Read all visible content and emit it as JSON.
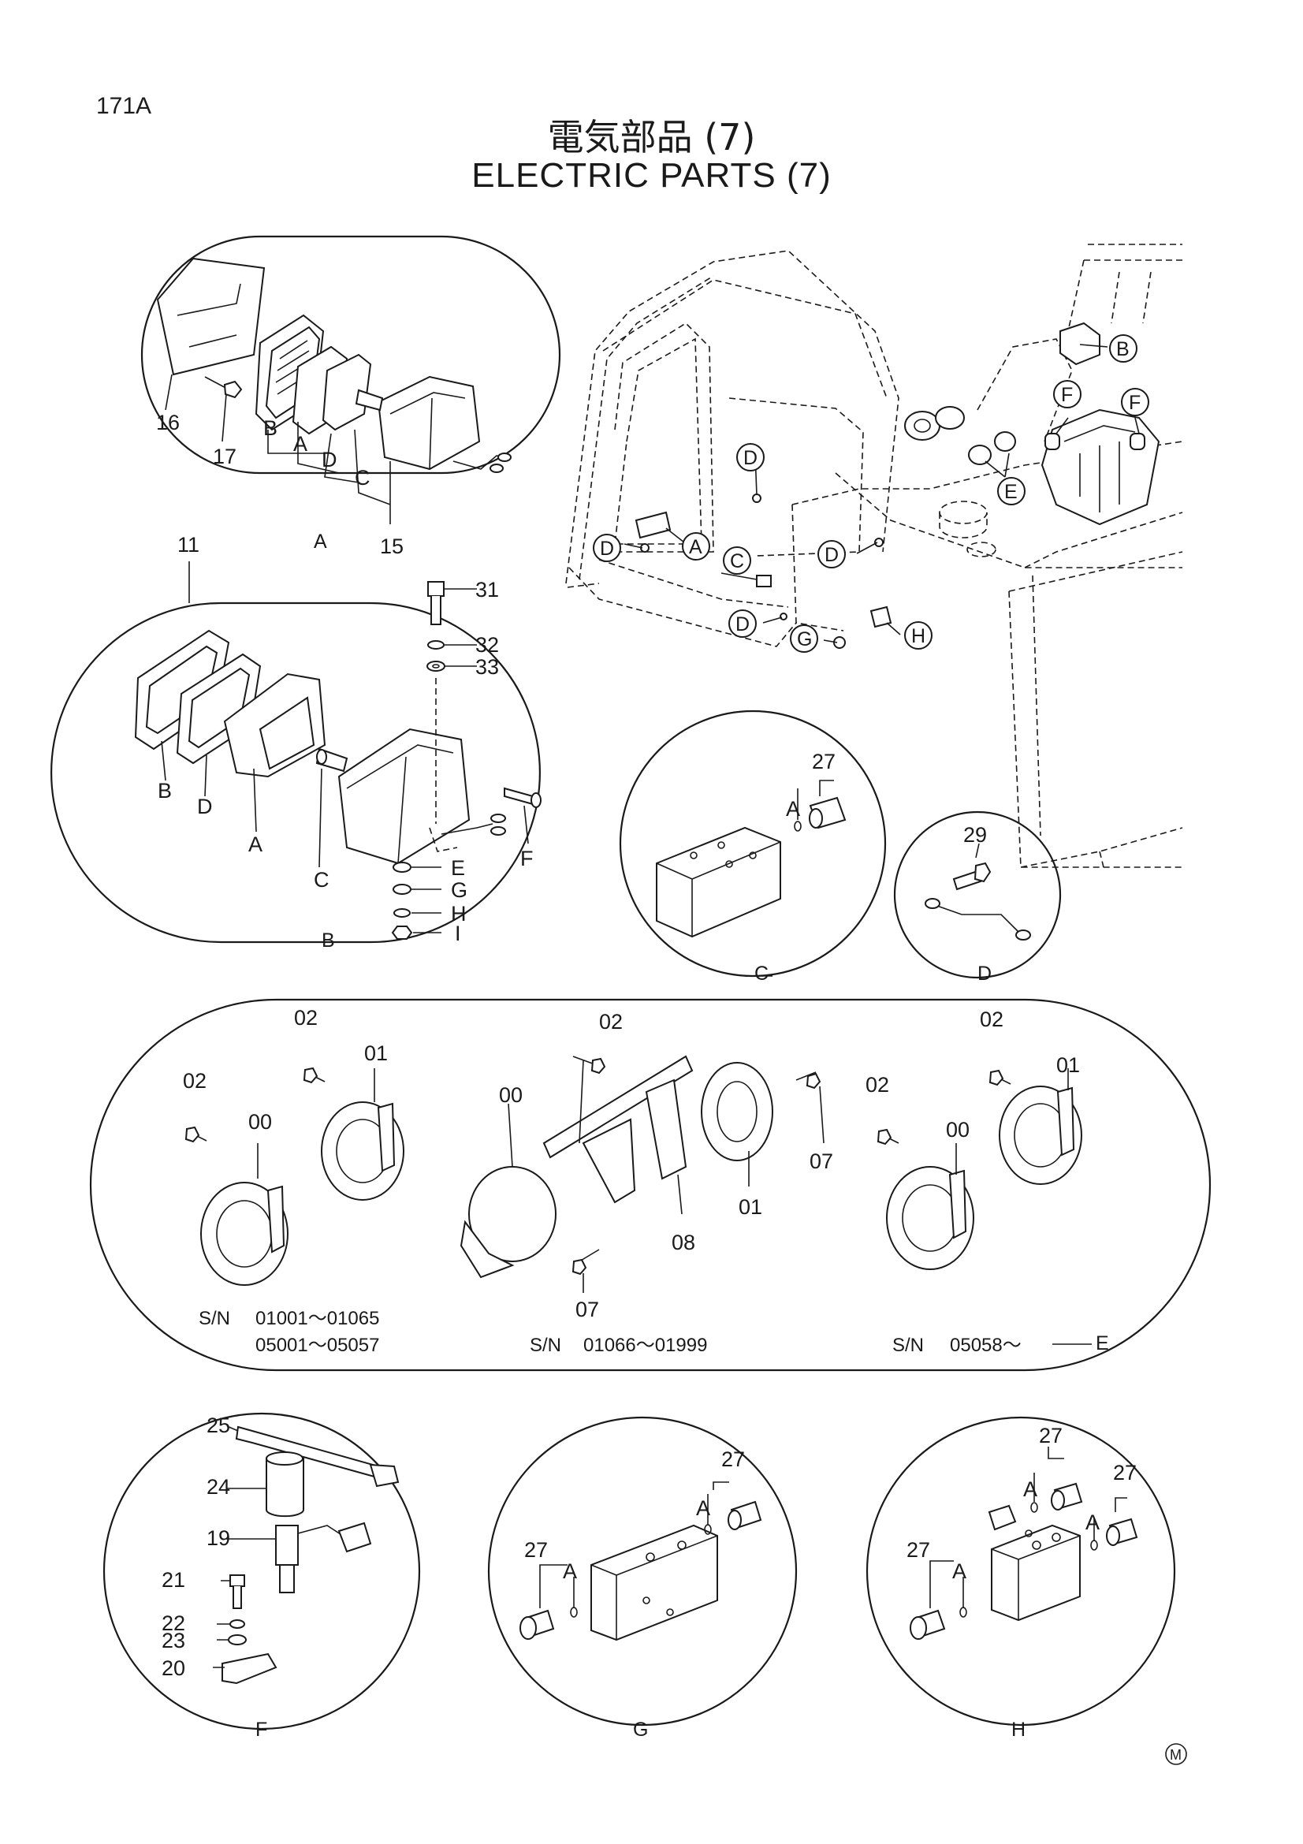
{
  "page_number": "171A",
  "title_jp": "電気部品 (7)",
  "title_en": "ELECTRIC  PARTS (7)",
  "trademark": "M",
  "callouts": [
    {
      "id": "A",
      "label": "A"
    },
    {
      "id": "B",
      "label": "B"
    },
    {
      "id": "C",
      "label": "C"
    },
    {
      "id": "D1",
      "label": "D"
    },
    {
      "id": "D2",
      "label": "D"
    },
    {
      "id": "D3",
      "label": "D"
    },
    {
      "id": "D4",
      "label": "D"
    },
    {
      "id": "E",
      "label": "E"
    },
    {
      "id": "F1",
      "label": "F"
    },
    {
      "id": "F2",
      "label": "F"
    },
    {
      "id": "G",
      "label": "G"
    },
    {
      "id": "H",
      "label": "H"
    }
  ],
  "detail_A": {
    "caption": "A",
    "parts": [
      "16",
      "17",
      "B",
      "A",
      "D",
      "C",
      "15"
    ]
  },
  "detail_B": {
    "caption": "B",
    "parts": [
      "11",
      "31",
      "32",
      "33",
      "B",
      "D",
      "A",
      "C",
      "E",
      "G",
      "H",
      "I",
      "F"
    ]
  },
  "detail_C": {
    "caption": "C",
    "parts": [
      "27",
      "A"
    ]
  },
  "detail_D": {
    "caption": "D",
    "parts": [
      "29"
    ]
  },
  "detail_E": {
    "caption": "E",
    "groups": [
      {
        "parts": [
          "02",
          "02",
          "00",
          "01"
        ],
        "sn_prefix": "S/N",
        "sn_line1": "01001～01065",
        "sn_line2": "05001～05057"
      },
      {
        "parts": [
          "02",
          "00",
          "07",
          "01",
          "08",
          "07"
        ],
        "sn_prefix": "S/N",
        "sn_line1": "01066～01999"
      },
      {
        "parts": [
          "02",
          "02",
          "00",
          "01"
        ],
        "sn_prefix": "S/N",
        "sn_line1": "05058～"
      }
    ]
  },
  "detail_F": {
    "caption": "F",
    "parts": [
      "25",
      "24",
      "19",
      "21",
      "22",
      "23",
      "20"
    ]
  },
  "detail_G": {
    "caption": "G",
    "parts": [
      "27",
      "A",
      "27",
      "A"
    ]
  },
  "detail_H": {
    "caption": "H",
    "parts": [
      "27",
      "A",
      "27",
      "A",
      "27",
      "A"
    ]
  }
}
